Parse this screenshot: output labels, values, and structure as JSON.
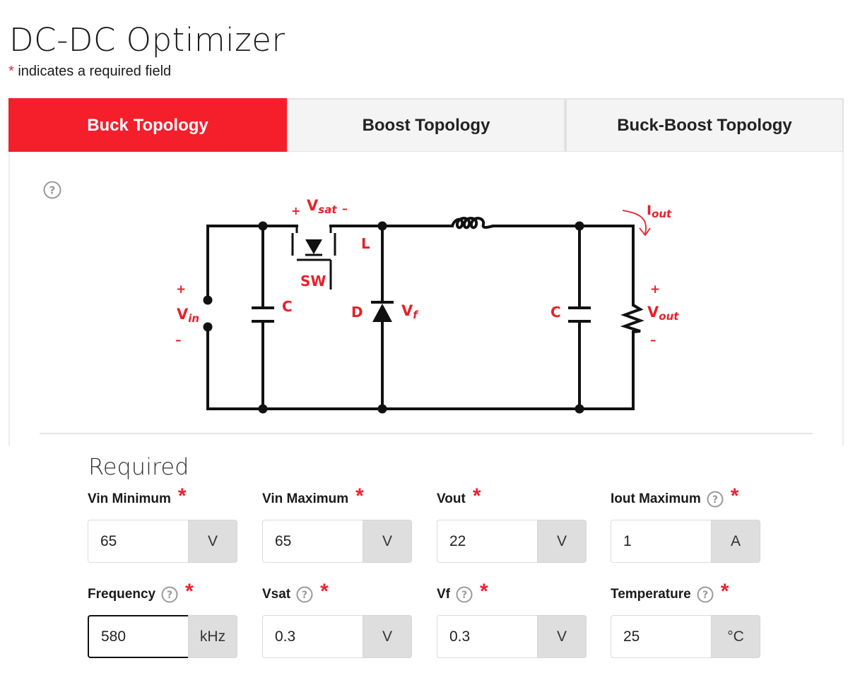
{
  "page": {
    "title": "DC-DC Optimizer",
    "required_star": "*",
    "required_note": "indicates a required field"
  },
  "tabs": [
    {
      "label": "Buck Topology",
      "active": true
    },
    {
      "label": "Boost Topology",
      "active": false
    },
    {
      "label": "Buck-Boost Topology",
      "active": false
    }
  ],
  "circuit": {
    "vsat_plus": "+",
    "vsat_main": "V",
    "vsat_sub": "sat",
    "vsat_minus": "–",
    "iout_main": "I",
    "iout_sub": "out",
    "l_label": "L",
    "sw_label": "SW",
    "c1_label": "C",
    "c2_label": "C",
    "d_label": "D",
    "vf_main": "V",
    "vf_sub": "f",
    "vin_plus": "+",
    "vin_main": "V",
    "vin_sub": "in",
    "vin_minus": "–",
    "vout_plus": "+",
    "vout_main": "V",
    "vout_sub": "out",
    "vout_minus": "–"
  },
  "required_section": {
    "title": "Required",
    "fields": [
      {
        "label": "Vin Minimum",
        "value": "65",
        "unit": "V",
        "star": "*"
      },
      {
        "label": "Vin Maximum",
        "value": "65",
        "unit": "V",
        "star": "*"
      },
      {
        "label": "Vout",
        "value": "22",
        "unit": "V",
        "star": "*"
      },
      {
        "label": "Iout Maximum",
        "value": "1",
        "unit": "A",
        "star": "*"
      },
      {
        "label": "Frequency",
        "value": "580",
        "unit": "kHz",
        "star": "*"
      },
      {
        "label": "Vsat",
        "value": "0.3",
        "unit": "V",
        "star": "*"
      },
      {
        "label": "Vf",
        "value": "0.3",
        "unit": "V",
        "star": "*"
      },
      {
        "label": "Temperature",
        "value": "25",
        "unit": "°C",
        "star": "*"
      }
    ]
  },
  "colors": {
    "accent": "#f41f2b",
    "required_star": "#ee2233",
    "unit_bg": "#dedede"
  },
  "icons": {
    "help": "question-circle-icon"
  }
}
